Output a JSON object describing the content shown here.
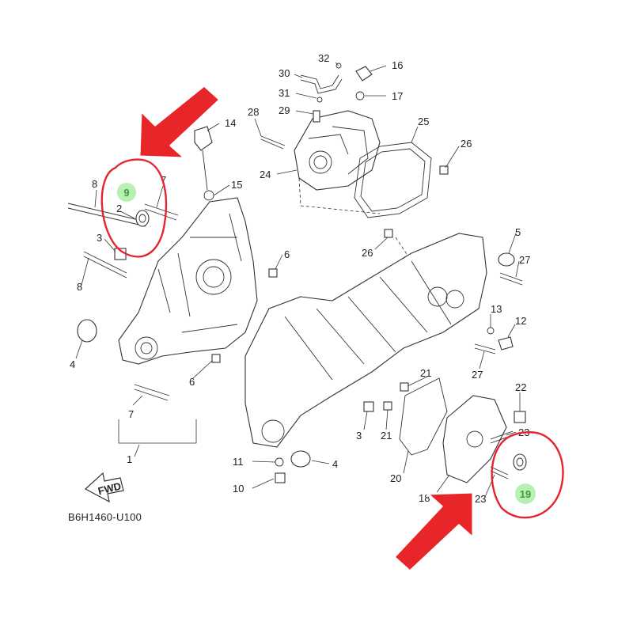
{
  "diagram_code": "B6H1460-U100",
  "fwd_label": "FWD",
  "accent": {
    "arrow": "#e8262a",
    "circle": "#e4252f",
    "badge_fill": "#b7f0b3",
    "badge_text": "#3e9a3a"
  },
  "highlighted": [
    "9",
    "19"
  ],
  "callouts": [
    "1",
    "2",
    "3",
    "3",
    "4",
    "4",
    "5",
    "6",
    "6",
    "7",
    "7",
    "8",
    "8",
    "9",
    "10",
    "11",
    "12",
    "13",
    "14",
    "15",
    "16",
    "17",
    "18",
    "19",
    "20",
    "21",
    "21",
    "22",
    "23",
    "23",
    "24",
    "25",
    "26",
    "26",
    "27",
    "27",
    "28",
    "29",
    "30",
    "31",
    "32"
  ]
}
